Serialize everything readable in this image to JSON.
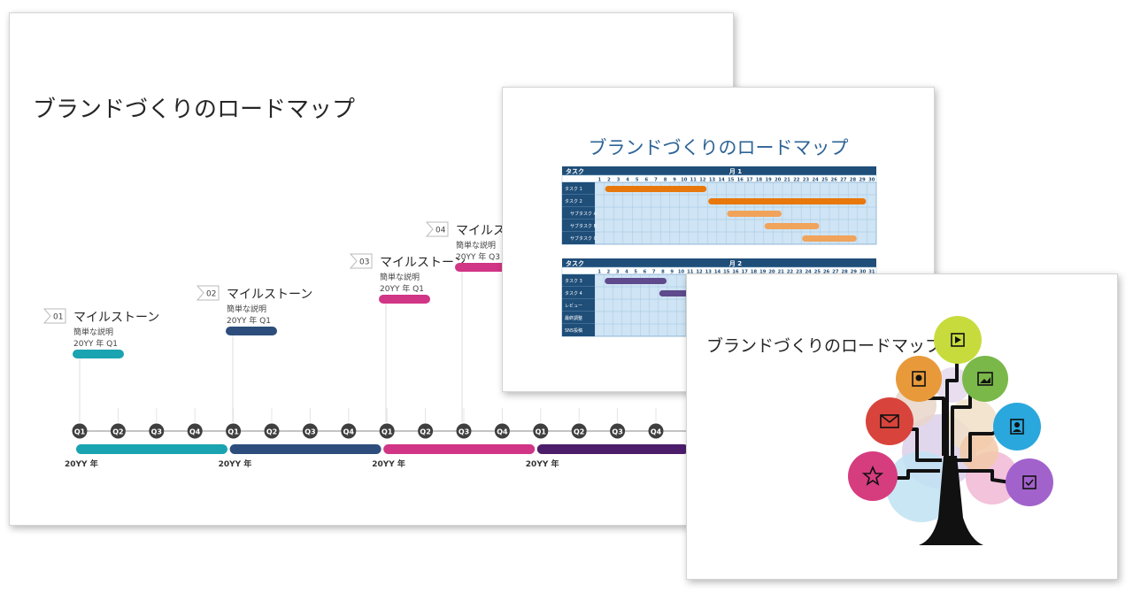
{
  "slides": [
    {
      "title": "ブランドづくりのロードマップ",
      "milestones": [
        {
          "num": "01",
          "label": "マイルストーン",
          "desc": "簡単な説明",
          "date": "20YY 年 Q1",
          "color": "#1aa3b0"
        },
        {
          "num": "02",
          "label": "マイルストーン",
          "desc": "簡単な説明",
          "date": "20YY 年 Q1",
          "color": "#2d4e7c"
        },
        {
          "num": "03",
          "label": "マイルストーン",
          "desc": "簡単な説明",
          "date": "20YY 年 Q1",
          "color": "#d13585"
        },
        {
          "num": "04",
          "label": "マイルストーン",
          "desc": "簡単な説明",
          "date": "20YY 年 Q3",
          "color": "#d13585"
        }
      ],
      "quarters": [
        "Q1",
        "Q2",
        "Q3",
        "Q4",
        "Q1",
        "Q2",
        "Q3",
        "Q4",
        "Q1",
        "Q2",
        "Q3",
        "Q4",
        "Q1",
        "Q2",
        "Q3",
        "Q4"
      ],
      "year_labels": [
        "20YY 年",
        "20YY 年",
        "20YY 年",
        "20YY 年"
      ],
      "segment_colors": [
        "#1aa3b0",
        "#2d4e7c",
        "#d13585",
        "#4c1d6b"
      ]
    },
    {
      "title": "ブランドづくりのロードマップ",
      "task_header": "タスク",
      "month1": "月 1",
      "month2": "月 2",
      "days": [
        "1",
        "2",
        "3",
        "4",
        "5",
        "6",
        "7",
        "8",
        "9",
        "10",
        "11",
        "12",
        "13",
        "14",
        "15",
        "16",
        "17",
        "18",
        "19",
        "20",
        "21",
        "22",
        "23",
        "24",
        "25",
        "26",
        "27",
        "28",
        "29",
        "30"
      ],
      "days2": [
        "1",
        "2",
        "3",
        "4",
        "5",
        "6",
        "7",
        "8",
        "9",
        "10",
        "11",
        "12",
        "13",
        "14",
        "15",
        "16",
        "17",
        "18",
        "19",
        "20",
        "21",
        "22",
        "23",
        "24",
        "25",
        "26",
        "27",
        "28",
        "29",
        "30",
        "31"
      ],
      "tasks1": [
        "タスク 1",
        "タスク 2",
        "サブタスク A",
        "サブタスク B",
        "サブタスク C"
      ],
      "tasks2": [
        "タスク 3",
        "タスク 4",
        "レビュー",
        "最終調整",
        "SNS投稿"
      ],
      "bars1": [
        {
          "row": 0,
          "start": 1,
          "end": 11,
          "color": "#e8780c"
        },
        {
          "row": 1,
          "start": 12,
          "end": 28,
          "color": "#e8780c"
        },
        {
          "row": 2,
          "start": 14,
          "end": 19,
          "color": "#f0a35a"
        },
        {
          "row": 3,
          "start": 18,
          "end": 23,
          "color": "#f0a35a"
        },
        {
          "row": 4,
          "start": 22,
          "end": 27,
          "color": "#f0a35a"
        }
      ],
      "bars2": [
        {
          "row": 0,
          "start": 1,
          "end": 7,
          "color": "#5e4a8c"
        },
        {
          "row": 1,
          "start": 7,
          "end": 10,
          "color": "#5e4a8c"
        }
      ]
    },
    {
      "title": "ブランドづくりのロードマップ",
      "icons": [
        {
          "name": "play-icon",
          "color": "#c7dc3c"
        },
        {
          "name": "portrait-icon",
          "color": "#e89a3b"
        },
        {
          "name": "image-icon",
          "color": "#7ab84a"
        },
        {
          "name": "mail-icon",
          "color": "#d8443c"
        },
        {
          "name": "contact-icon",
          "color": "#2aa7dc"
        },
        {
          "name": "star-icon",
          "color": "#d63d7f"
        },
        {
          "name": "checkbox-icon",
          "color": "#a262cc"
        }
      ]
    }
  ]
}
